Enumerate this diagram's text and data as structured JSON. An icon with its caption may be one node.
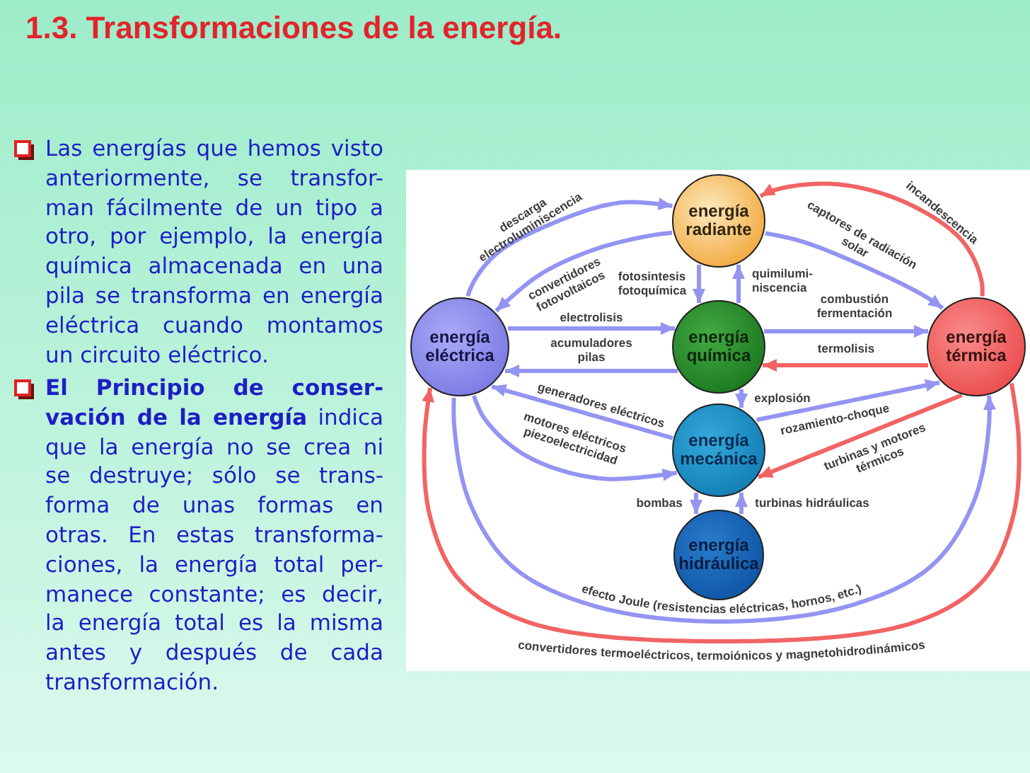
{
  "diagram": {
    "title": "1.3. Transformaciones de la energía.",
    "nodes": [
      {
        "text": [
          "energía radiante"
        ]
      },
      {
        "text": [
          "energía eléctrica"
        ]
      },
      {
        "text": [
          "energía química"
        ]
      },
      {
        "text": [
          "energía térmica"
        ]
      },
      {
        "text": [
          "energía mecánica"
        ]
      },
      {
        "text": [
          "energía hidráulica"
        ]
      }
    ],
    "edges": [
      {
        "from": 1,
        "to": 0,
        "arrow": "to",
        "label": "descarga electroluminiscencia"
      },
      {
        "from": 0,
        "to": 1,
        "arrow": "to",
        "label": "convertidores fotovoltaicos"
      },
      {
        "from": 0,
        "to": 2,
        "arrow": "to",
        "label": "fotosintesis fotoquímica"
      },
      {
        "from": 2,
        "to": 0,
        "arrow": "to",
        "label": "quimilumi- niscencia"
      },
      {
        "from": 3,
        "to": 0,
        "arrow": "to",
        "label": "incandescencia",
        "color": "#f26464"
      },
      {
        "from": 0,
        "to": 3,
        "arrow": "to",
        "label": "captores de radiación solar"
      },
      {
        "from": 1,
        "to": 2,
        "arrow": "to",
        "label": "electrolisis"
      },
      {
        "from": 2,
        "to": 1,
        "arrow": "to",
        "label": "acumuladores pilas"
      },
      {
        "from": 2,
        "to": 3,
        "arrow": "to",
        "label": "combustión fermentación"
      },
      {
        "from": 3,
        "to": 2,
        "arrow": "to",
        "label": "termolisis",
        "color": "#f26464"
      },
      {
        "from": 2,
        "to": 4,
        "arrow": "to",
        "label": "explosión"
      },
      {
        "from": 4,
        "to": 1,
        "arrow": "to",
        "label": "generadores eléctricos"
      },
      {
        "from": 1,
        "to": 4,
        "arrow": "to",
        "label": "motores eléctricos piezoelectricidad"
      },
      {
        "from": 4,
        "to": 3,
        "arrow": "to",
        "label": "rozamiento-choque"
      },
      {
        "from": 3,
        "to": 4,
        "arrow": "to",
        "label": "turbinas y motores térmicos",
        "color": "#f26464"
      },
      {
        "from": 4,
        "to": 5,
        "arrow": "to",
        "label": "bombas"
      },
      {
        "from": 5,
        "to": 4,
        "arrow": "to",
        "label": "turbinas hidráulicas"
      },
      {
        "from": 1,
        "to": 3,
        "arrow": "to",
        "label": "efecto Joule (resistencias eléctricas, hornos, etc.)"
      },
      {
        "from": 3,
        "to": 1,
        "arrow": "to",
        "label": "convertidores termoeléctricos, termoiónicos y magnetohidrodinámicos",
        "color": "#f26464"
      }
    ],
    "labels": [
      "Las energías que hemos visto anteriormente, se transfor- man fácilmente de un tipo a otro, por ejemplo, la energía química almacenada en una pila se transforma en energía eléctrica cuando montamos un circuito eléctrico.",
      "**El Principio de conser- vación de la energía** indica que la energía no se crea ni se destruye; sólo se trans- forma de unas formas en otras. En estas transforma- ciones, la energía total per- manece constante; es decir, la energía total es la misma antes y después de cada transformación."
    ]
  }
}
